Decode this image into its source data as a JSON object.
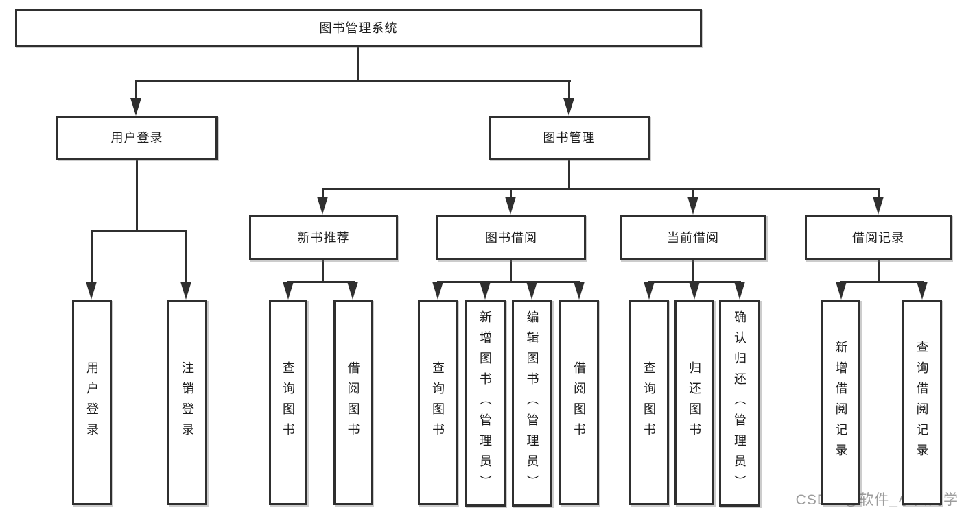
{
  "diagram": {
    "title": "图书管理系统",
    "type": "hierarchy-tree",
    "watermark": "CSDN @软件_小贺同学",
    "colors": {
      "line": "#2f2f2f",
      "box_background": "#ffffff",
      "text": "#1c1c1c",
      "watermark": "#9c9c9c",
      "page_background": "#ffffff"
    },
    "nodes": [
      {
        "id": "root",
        "label": "图书管理系统",
        "parent": null,
        "text_dir": "h",
        "level": 1
      },
      {
        "id": "user-login",
        "label": "用户登录",
        "parent": "root",
        "text_dir": "h",
        "level": 2
      },
      {
        "id": "book-mgmt",
        "label": "图书管理",
        "parent": "root",
        "text_dir": "h",
        "level": 2
      },
      {
        "id": "login",
        "label": "用户登录",
        "parent": "user-login",
        "text_dir": "v",
        "level": 3
      },
      {
        "id": "logout",
        "label": "注销登录",
        "parent": "user-login",
        "text_dir": "v",
        "level": 3
      },
      {
        "id": "new-book-rec",
        "label": "新书推荐",
        "parent": "book-mgmt",
        "text_dir": "h",
        "level": 3
      },
      {
        "id": "book-borrow",
        "label": "图书借阅",
        "parent": "book-mgmt",
        "text_dir": "h",
        "level": 3
      },
      {
        "id": "current-borrow",
        "label": "当前借阅",
        "parent": "book-mgmt",
        "text_dir": "h",
        "level": 3
      },
      {
        "id": "borrow-records",
        "label": "借阅记录",
        "parent": "book-mgmt",
        "text_dir": "h",
        "level": 3
      },
      {
        "id": "rec-query-book",
        "label": "查询图书",
        "parent": "new-book-rec",
        "text_dir": "v",
        "level": 4
      },
      {
        "id": "rec-borrow-book",
        "label": "借阅图书",
        "parent": "new-book-rec",
        "text_dir": "v",
        "level": 4
      },
      {
        "id": "bb-query-book",
        "label": "查询图书",
        "parent": "book-borrow",
        "text_dir": "v",
        "level": 4
      },
      {
        "id": "bb-add-book",
        "label": "新增图书（管理员）",
        "parent": "book-borrow",
        "text_dir": "v",
        "level": 4
      },
      {
        "id": "bb-edit-book",
        "label": "编辑图书（管理员）",
        "parent": "book-borrow",
        "text_dir": "v",
        "level": 4
      },
      {
        "id": "bb-borrow-book",
        "label": "借阅图书",
        "parent": "book-borrow",
        "text_dir": "v",
        "level": 4
      },
      {
        "id": "cb-query-book",
        "label": "查询图书",
        "parent": "current-borrow",
        "text_dir": "v",
        "level": 4
      },
      {
        "id": "cb-return-book",
        "label": "归还图书",
        "parent": "current-borrow",
        "text_dir": "v",
        "level": 4
      },
      {
        "id": "cb-confirm-return",
        "label": "确认归还（管理员）",
        "parent": "current-borrow",
        "text_dir": "v",
        "level": 4
      },
      {
        "id": "br-add-record",
        "label": "新增借阅记录",
        "parent": "borrow-records",
        "text_dir": "v",
        "level": 4
      },
      {
        "id": "br-query-record",
        "label": "查询借阅记录",
        "parent": "borrow-records",
        "text_dir": "v",
        "level": 4
      }
    ]
  }
}
